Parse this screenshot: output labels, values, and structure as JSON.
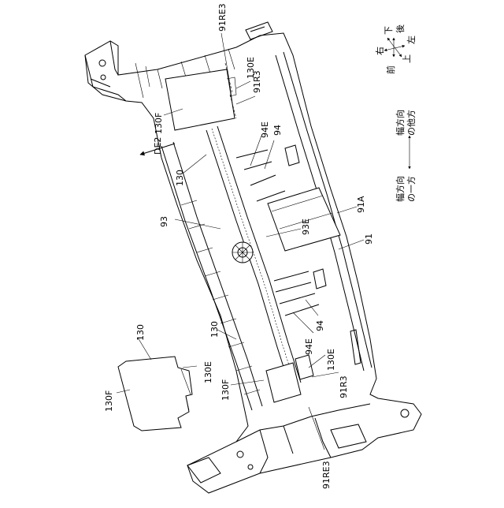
{
  "labels": {
    "r91RE3_top": "91RE3",
    "r130E_top": "130E",
    "r91R3_top": "91R3",
    "r130F_top": "130F",
    "r94E_top": "94E",
    "r94_top": "94",
    "rDE2": "DE2",
    "r130_mid": "130",
    "r93": "93",
    "r93E": "93E",
    "r91A": "91A",
    "r91": "91",
    "r130_lower": "130",
    "r94E_bot": "94E",
    "r94_bot": "94",
    "r130E_bot": "130E",
    "r91R3_bot": "91R3",
    "r130F_mid": "130F",
    "r91RE3_bot": "91RE3",
    "r130_part": "130",
    "r130E_part": "130E",
    "r130F_part": "130F"
  },
  "orientation": {
    "right": "右",
    "down": "下",
    "back": "後",
    "left": "左",
    "front": "前",
    "up": "上"
  },
  "width_direction": {
    "other_line1": "幅方向",
    "other_line2": "の他方",
    "one_line1": "幅方向",
    "one_line2": "の一方"
  }
}
